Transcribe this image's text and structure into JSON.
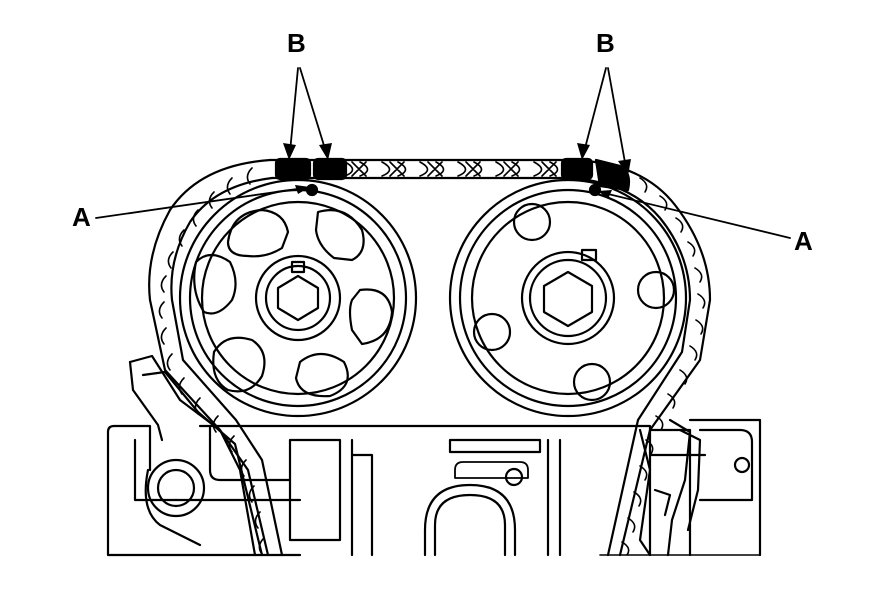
{
  "labels": {
    "a_left": "A",
    "a_right": "A",
    "b_left": "B",
    "b_right": "B"
  },
  "colors": {
    "line": "#000000",
    "background": "#ffffff",
    "marked_link": "#000000"
  }
}
